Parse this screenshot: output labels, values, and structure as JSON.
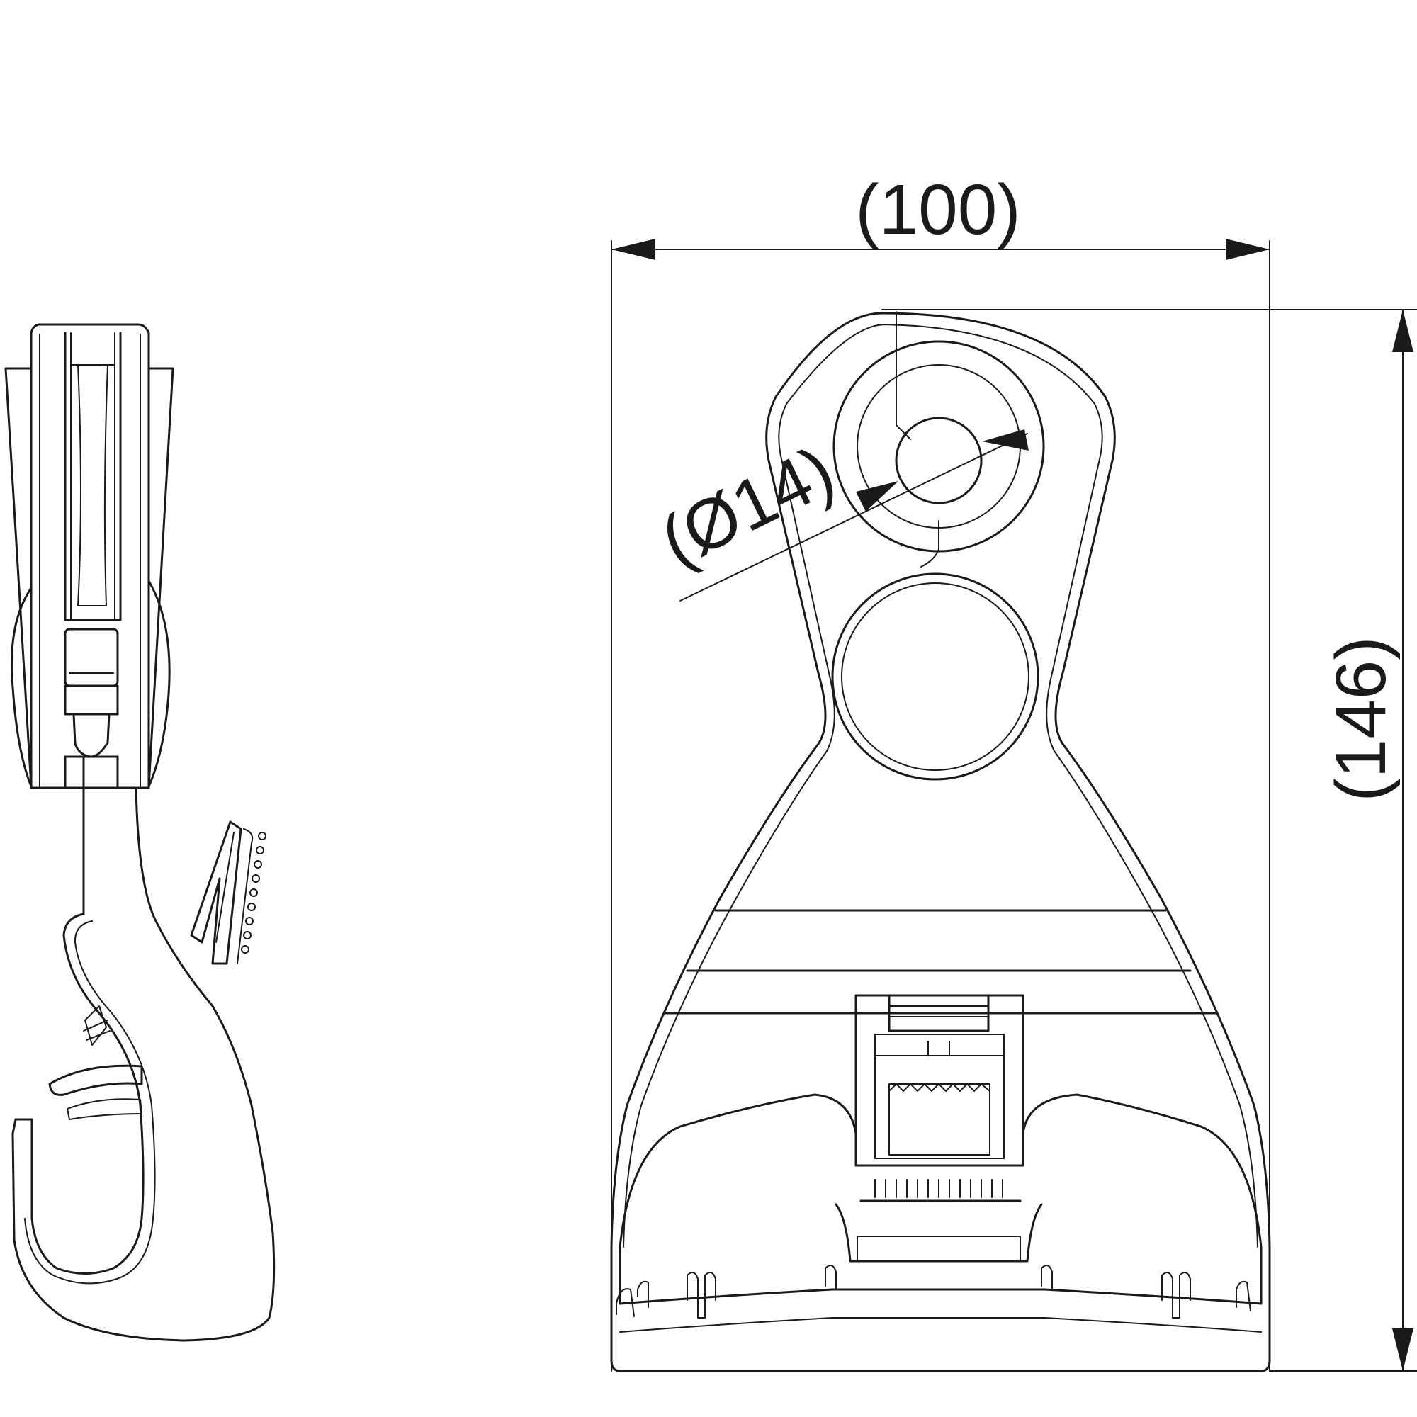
{
  "dimensions": {
    "width_label": "(100)",
    "height_label": "(146)",
    "diameter_label": "(Ø14)"
  },
  "colors": {
    "line": "#1a1a1a",
    "background": "#ffffff"
  }
}
